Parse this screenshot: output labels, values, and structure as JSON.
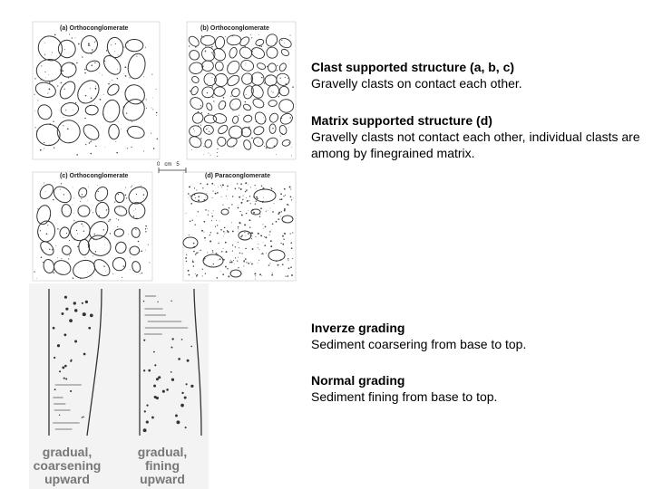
{
  "figure_top": {
    "panel_a_label": "(a) Orthoconglomerate",
    "panel_b_label": "(b) Orthoconglomerate",
    "panel_c_label": "(c) Orthoconglomerate",
    "panel_d_label": "(d) Paraconglomerate",
    "scale_label": "0   cm   5"
  },
  "figure_bottom": {
    "left_caption": [
      "gradual,",
      "coarsening",
      "upward"
    ],
    "right_caption": [
      "gradual,",
      "fining",
      "upward"
    ]
  },
  "blocks": {
    "clast": {
      "title": "Clast supported structure (a, b, c)",
      "body": "Gravelly clasts on contact each other."
    },
    "matrix": {
      "title": "Matrix supported structure (d)",
      "body": "Gravelly clasts not contact each other, individual clasts are among by finegrained matrix."
    },
    "inverse": {
      "title": "Inverze grading",
      "body": "Sediment coarsering from base to top."
    },
    "normal": {
      "title": "Normal grading",
      "body": "Sediment fining from base to top."
    }
  }
}
